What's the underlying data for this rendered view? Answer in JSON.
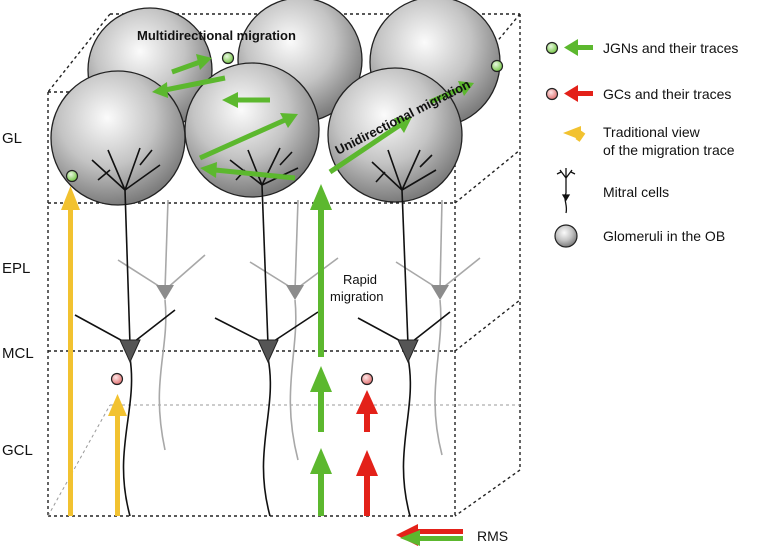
{
  "layers": {
    "gl": "GL",
    "epl": "EPL",
    "mcl": "MCL",
    "gcl": "GCL"
  },
  "annotations": {
    "multidirectional": "Multidirectional migration",
    "unidirectional": "Unidirectional migration",
    "rapid_line1": "Rapid",
    "rapid_line2": "migration",
    "rms": "RMS"
  },
  "legend": {
    "jgn": "JGNs and their traces",
    "gc": "GCs and their traces",
    "traditional_line1": "Traditional view",
    "traditional_line2": "of the migration trace",
    "mitral": "Mitral cells",
    "glomeruli": "Glomeruli in the OB"
  },
  "colors": {
    "green": "#5cb82e",
    "red": "#e32119",
    "yellow": "#f2c230",
    "glomerulus_light": "#f8f8f8",
    "glomerulus_dark": "#8a8a8a",
    "soma": "#555555"
  },
  "icons": [
    "mitral-cell-icon",
    "glomerulus-icon",
    "green-arrow-icon",
    "red-arrow-icon",
    "yellow-arrow-icon"
  ]
}
